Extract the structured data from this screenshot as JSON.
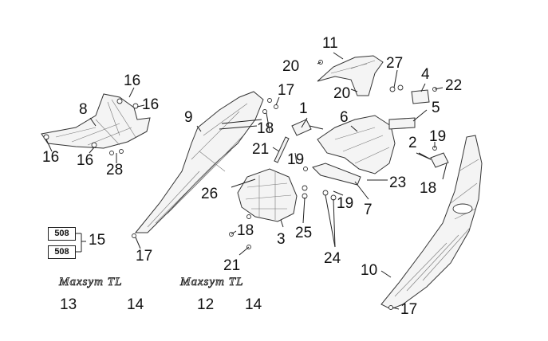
{
  "callouts": {
    "c1": "1",
    "c2": "2",
    "c3": "3",
    "c4": "4",
    "c5": "5",
    "c6": "6",
    "c7": "7",
    "c8": "8",
    "c9": "9",
    "c10": "10",
    "c11": "11",
    "c12": "12",
    "c13": "13",
    "c14a": "14",
    "c14b": "14",
    "c15": "15",
    "c16a": "16",
    "c16b": "16",
    "c16c": "16",
    "c16d": "16",
    "c17a": "17",
    "c17b": "17",
    "c17c": "17",
    "c18a": "18",
    "c18b": "18",
    "c18c": "18",
    "c19a": "19",
    "c19b": "19",
    "c19c": "19",
    "c20a": "20",
    "c20b": "20",
    "c21a": "21",
    "c21b": "21",
    "c22": "22",
    "c23": "23",
    "c24": "24",
    "c25": "25",
    "c26": "26",
    "c27": "27",
    "c28": "28"
  },
  "badges": {
    "top": "508",
    "bottom": "508"
  },
  "logos": {
    "left": "Maxsym TL",
    "right": "Maxsym TL"
  }
}
